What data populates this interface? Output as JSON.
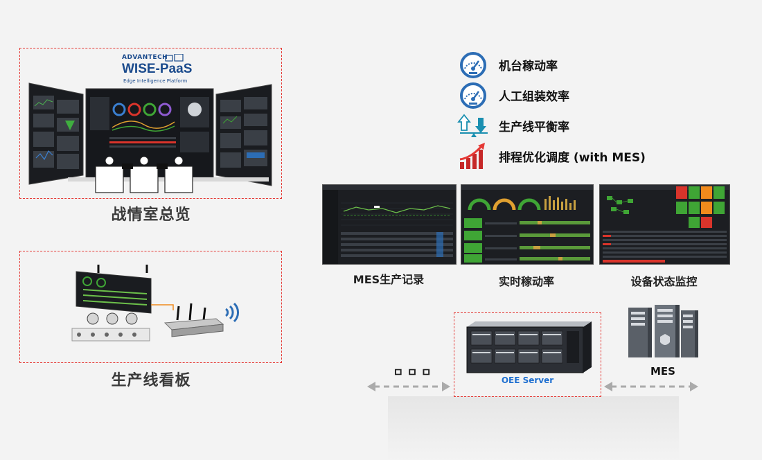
{
  "left": {
    "brand": "ADVANTECH",
    "product": "WISE-PaaS",
    "tagline": "Edge Intelligence Platform",
    "war_room_caption": "战情室总览",
    "line_board_caption": "生产线看板"
  },
  "kpis": [
    {
      "label": "机台稼动率",
      "icon": "gauge-icon"
    },
    {
      "label": "人工组装效率",
      "icon": "gauge-icon"
    },
    {
      "label": "生产线平衡率",
      "icon": "balance-arrows-icon"
    },
    {
      "label": "排程优化调度 (with MES)",
      "icon": "growth-chart-icon"
    }
  ],
  "screens": [
    {
      "caption": "MES生产记录"
    },
    {
      "caption": "实时稼动率"
    },
    {
      "caption": "设备状态监控"
    }
  ],
  "bottom": {
    "left_arrow_label": "ㅁ ㅁ ㅁ",
    "server_label": "OEE Server",
    "mes_label": "MES"
  },
  "colors": {
    "accent_red": "#e53935",
    "server_label_blue": "#1e6fd0",
    "gauge_blue": "#2c6db5",
    "status_green": "#3fa535",
    "status_orange": "#f08a1c",
    "status_red": "#d9342b"
  }
}
